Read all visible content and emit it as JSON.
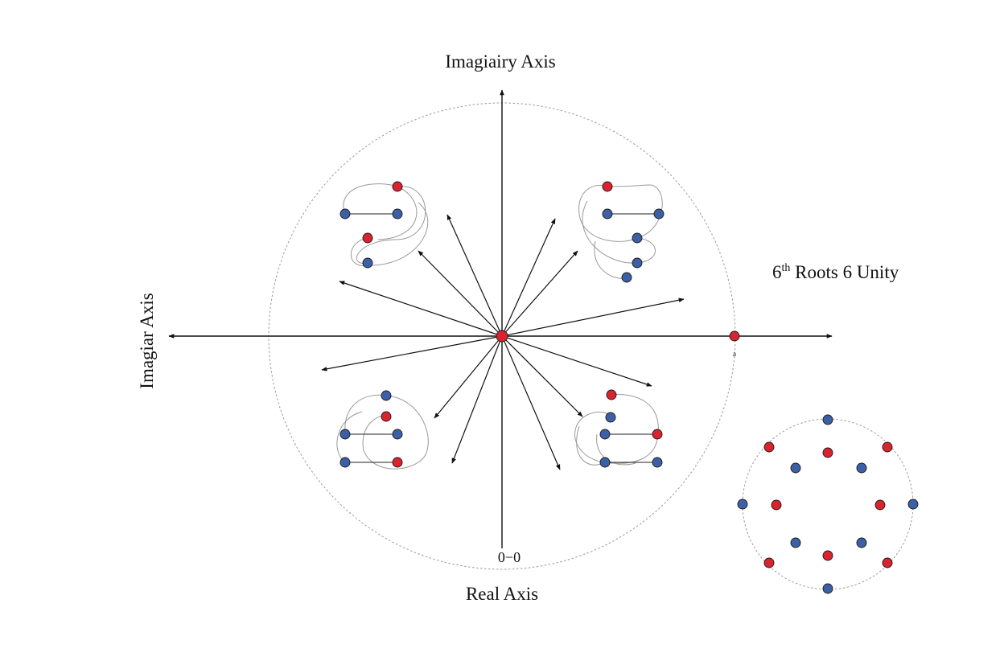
{
  "labels": {
    "top": "Imagiairy Axis",
    "left": "Imagiar Axis",
    "bottom": "Real Axis",
    "right_base": "6",
    "right_sup": "th",
    "right_rest": " Roots 6 Unity",
    "origin_tick": "0−0",
    "small_mark": "a"
  },
  "colors": {
    "red": "#d9232e",
    "blue": "#3c5fa6",
    "circle": "#9a9a9a",
    "ink": "#111111"
  }
}
